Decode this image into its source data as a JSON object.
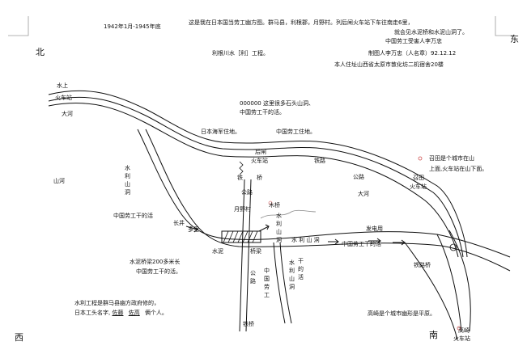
{
  "header": {
    "date_range": "1942年1月-1945年底",
    "intro": "这是我在日本国当劳工幽方图。群马县，利根郡，月野村。列后闸火车站下车往南走6里，",
    "intro_line2": "就会见水泥桥和水泥山洞了。",
    "worker_line": "中国劳工受害人李万忠",
    "drawer_line": "制图人李万忠（人名章）92.12.12",
    "address": "本人住址山西省太原市敦化坊二机宿舍20楼",
    "project": "利根川水［利］工程。"
  },
  "compass": {
    "north": "北",
    "east": "东",
    "west": "西",
    "south": "南"
  },
  "map_labels": {
    "water_station": "水上",
    "water_station2": "火车站",
    "river_top": "大河",
    "stone_tunnels_line1": "000000 这里很多石头山洞、",
    "stone_tunnels_line2": "中国劳工干的活。",
    "jp_army_camp": "日本海军住地。",
    "cn_worker_camp": "中国劳工住地。",
    "houjian_station1": "后闸",
    "houjian_station2": "火车站",
    "railway_top": "铁路",
    "road_right": "公路",
    "river_right": "大河",
    "zhaotian_note1": "召田是个城市在山",
    "zhaotian_note2": "上面,火车站在山下面。",
    "zhaotian1": "召田",
    "zhaotian2": "火车站",
    "iron_bridge_top1": "铁",
    "iron_bridge_top2": "桥",
    "road_mid": "公路",
    "wooden_bridge": "木桥",
    "moon_village": "月野村",
    "mountain_river": "山河",
    "canal_upper": "水利山洞",
    "canal_lower_left": "水利山洞",
    "canal_mid": "水 利 山 洞",
    "canal_vertical": "水利山洞",
    "worker_work_left": "中国劳工干的活",
    "worker_work_mid": "中国劳工干的活",
    "long_well1": "长井",
    "long_well2": "多里",
    "cement": "水泥",
    "bridge": "桥梁",
    "power_plant": "发电用",
    "cement_bridge_line1": "水泥桥梁200多米长",
    "cement_bridge_line2": "中国劳工干的活。",
    "steel_bridge_right": "铁路桥",
    "road_vertical": "公路",
    "workers_vertical": "中国劳工",
    "dry_work": "干的活",
    "iron_bridge_bottom": "铁桥",
    "canal_note1": "水利工程是群马县幽方政府修的，",
    "canal_note2": "日本工头名字,",
    "foreman1": "佐藤",
    "foreman2": "佐高",
    "canal_note3": "俩个人。",
    "gaoqi_note": "高崎是个城市幽形是平原。",
    "gaoqi1": "高崎",
    "gaoqi2": "火车站"
  }
}
